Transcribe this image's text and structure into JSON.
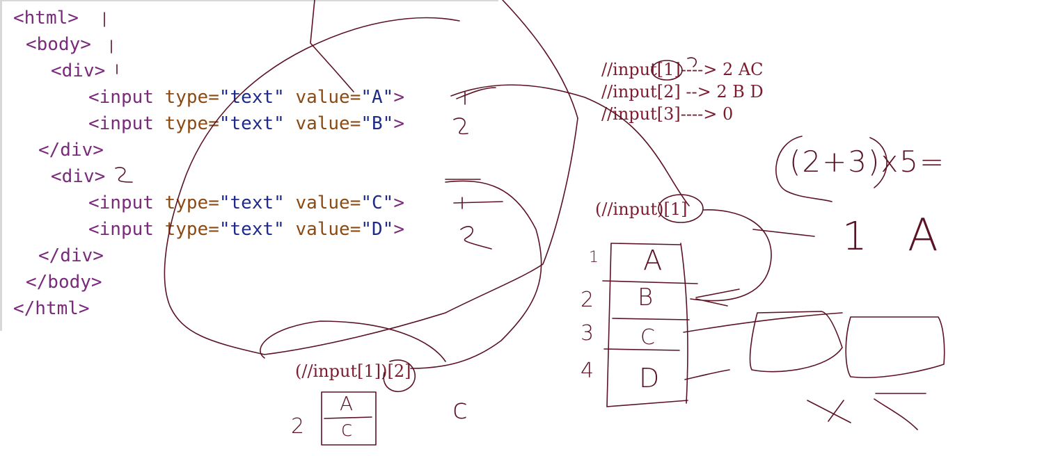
{
  "code": {
    "lines": [
      {
        "indent": 0,
        "parts": {
          "open": "<html>"
        }
      },
      {
        "indent": 1,
        "parts": {
          "open": "<body>"
        }
      },
      {
        "indent": 3,
        "parts": {
          "open": "<div>"
        }
      },
      {
        "indent": 6,
        "input": {
          "tag": "<input",
          "attr1": "type=",
          "val1": "\"text\"",
          "attr2": "value=",
          "val2": "\"A\"",
          "close": ">"
        }
      },
      {
        "indent": 6,
        "input": {
          "tag": "<input",
          "attr1": "type=",
          "val1": "\"text\"",
          "attr2": "value=",
          "val2": "\"B\"",
          "close": ">"
        }
      },
      {
        "indent": 2,
        "parts": {
          "open": "</div>"
        }
      },
      {
        "indent": 3,
        "parts": {
          "open": "<div>"
        }
      },
      {
        "indent": 6,
        "input": {
          "tag": "<input",
          "attr1": "type=",
          "val1": "\"text\"",
          "attr2": "value=",
          "val2": "\"C\"",
          "close": ">"
        }
      },
      {
        "indent": 6,
        "input": {
          "tag": "<input",
          "attr1": "type=",
          "val1": "\"text\"",
          "attr2": "value=",
          "val2": "\"D\"",
          "close": ">"
        }
      },
      {
        "indent": 2,
        "parts": {
          "open": "</div>"
        }
      },
      {
        "indent": 1,
        "parts": {
          "open": "</body>"
        }
      },
      {
        "indent": 0,
        "parts": {
          "open": "</html>"
        }
      }
    ]
  },
  "notes": {
    "line1": "//input[1]----> 2 AC",
    "line2": "//input[2] --> 2 B D",
    "line3": "//input[3]----> 0",
    "group_expr": "(//input)[1]",
    "paren_expr": "(//input[1])[2]"
  },
  "handwriting": {
    "row_numbers": [
      "1",
      "2",
      "3",
      "4"
    ],
    "table_cells": [
      "A",
      "B",
      "C",
      "D"
    ],
    "small_table": [
      "A",
      "c"
    ],
    "math": "(2+3)x5=",
    "ink_color": "#5b1224"
  }
}
